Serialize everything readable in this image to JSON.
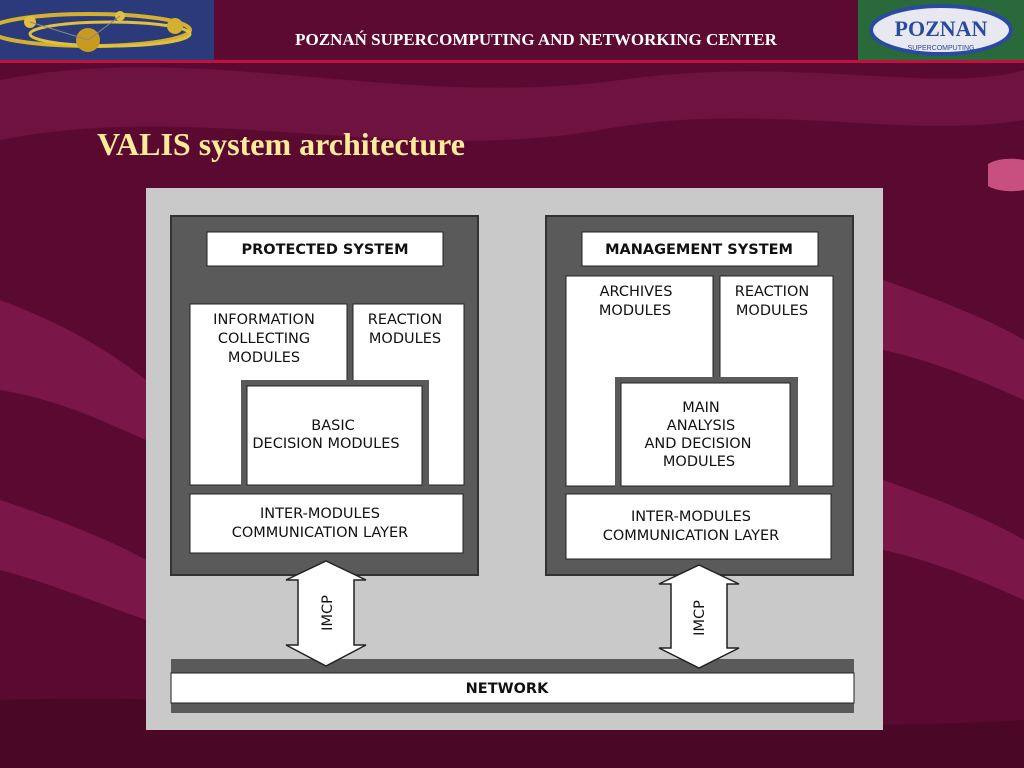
{
  "header": {
    "title": "POZNAŃ  SUPERCOMPUTING AND NETWORKING CENTER",
    "logo_left": "atom-orbit-logo",
    "logo_right": "poznan-logo",
    "logo_right_text": "POZNAN",
    "logo_right_subtext": "SUPERCOMPUTING"
  },
  "slide": {
    "title": "VALIS system architecture"
  },
  "diagram": {
    "protected_system": {
      "title": "PROTECTED SYSTEM",
      "info_modules": [
        "INFORMATION",
        "COLLECTING",
        "MODULES"
      ],
      "reaction_modules": [
        "REACTION",
        "MODULES"
      ],
      "basic_decision": [
        "BASIC",
        "DECISION MODULES"
      ],
      "comm_layer": [
        "INTER-MODULES",
        "COMMUNICATION LAYER"
      ]
    },
    "management_system": {
      "title": "MANAGEMENT SYSTEM",
      "archives_modules": [
        "ARCHIVES",
        "MODULES"
      ],
      "reaction_modules": [
        "REACTION",
        "MODULES"
      ],
      "main_analysis": [
        "MAIN",
        "ANALYSIS",
        "AND DECISION",
        "MODULES"
      ],
      "comm_layer": [
        "INTER-MODULES",
        "COMMUNICATION LAYER"
      ]
    },
    "arrow_left_label": "IMCP",
    "arrow_right_label": "IMCP",
    "network_label": "NETWORK"
  },
  "colors": {
    "background": "#5a0a30",
    "title": "#ffeb99",
    "header_rule": "#c1123e",
    "diagram_bg": "#c9c9c9",
    "system_box": "#5a5a5a"
  }
}
